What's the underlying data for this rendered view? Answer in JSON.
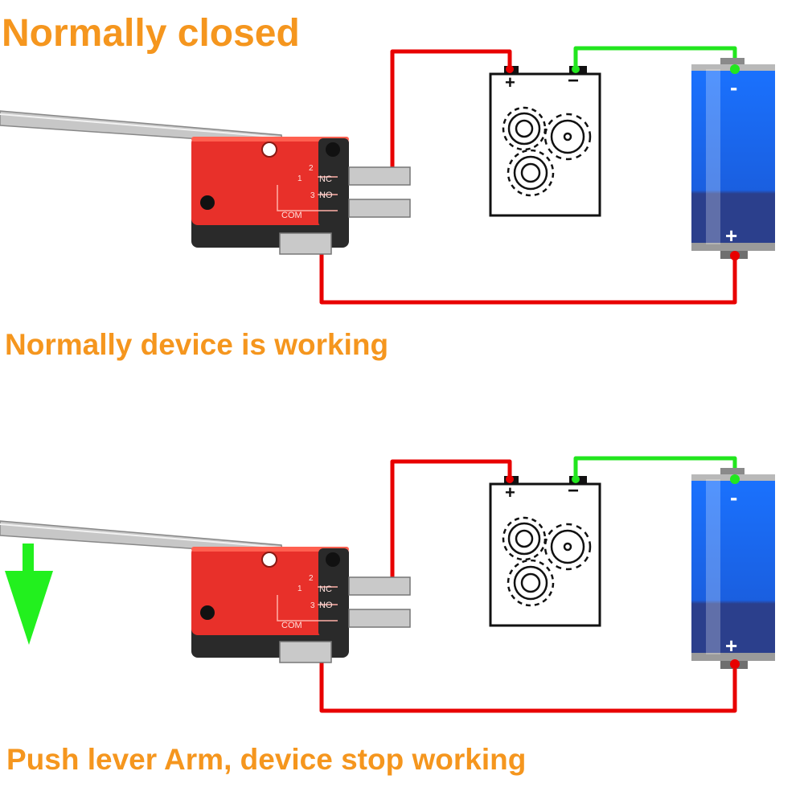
{
  "title": "Normally closed",
  "caption_normal": "Normally device is working",
  "caption_pressed": "Push lever Arm, device stop working",
  "colors": {
    "text_accent": "#f5961e",
    "wire_positive": "#e80000",
    "wire_negative": "#22e61e",
    "switch_body": "#e8302a",
    "switch_base": "#2a2a2a",
    "battery_top": "#1a5fe0",
    "battery_bottom": "#2b3f8c",
    "arrow": "#22f01e"
  },
  "switch": {
    "pin_1": "1",
    "pin_2": "2",
    "pin_3": "3",
    "nc_label": "NC",
    "no_label": "NO",
    "com_label": "COM"
  },
  "device": {
    "plus": "+",
    "minus": "−"
  },
  "battery": {
    "minus": "-",
    "plus": "+"
  },
  "icons": [
    "lever-arm",
    "micro-switch",
    "gear-icon",
    "battery-icon",
    "down-arrow-icon"
  ]
}
